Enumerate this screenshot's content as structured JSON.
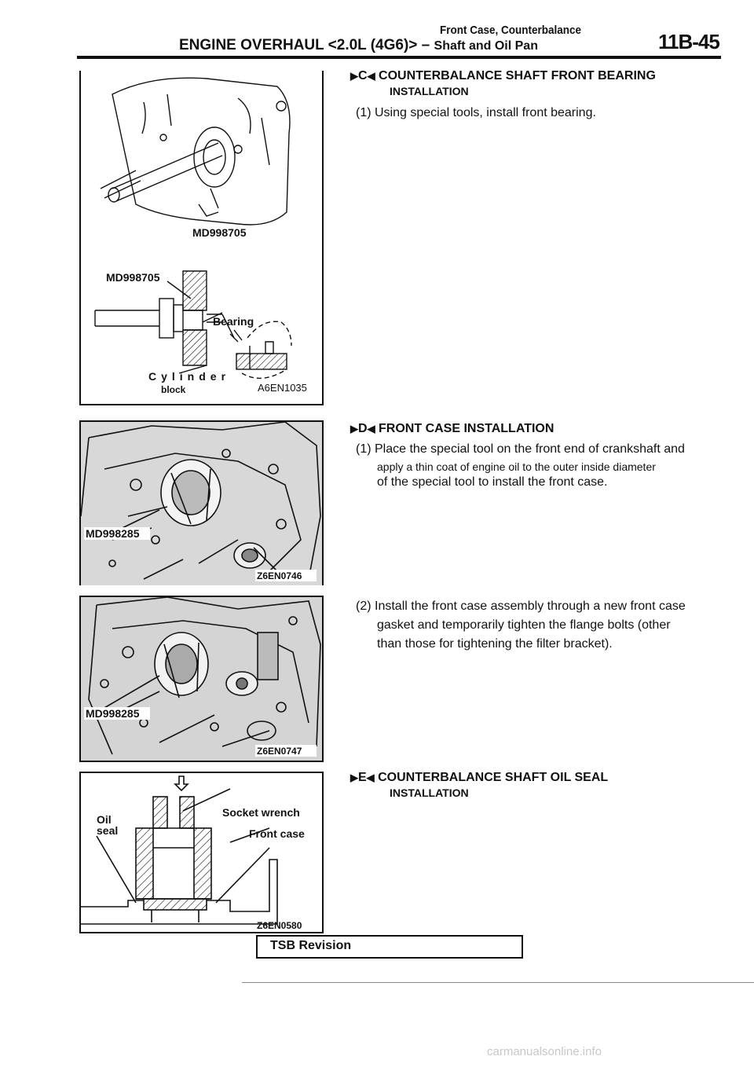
{
  "header": {
    "subtitle_line1": "Front Case, Counterbalance",
    "title": "ENGINE OVERHAUL <2.0L (4G6)> –",
    "subtitle_line2": "Shaft and Oil Pan",
    "page_number": "11B-45"
  },
  "figures": {
    "fig1": {
      "tool_top": "MD998705",
      "tool_side": "MD998705",
      "bearing": "Bearing",
      "cylinder": "Cylinder",
      "block": "block",
      "code": "A6EN1035"
    },
    "fig2": {
      "tool": "MD998285",
      "code": "Z6EN0746"
    },
    "fig3": {
      "tool": "MD998285",
      "code": "Z6EN0747"
    },
    "fig4": {
      "socket": "Socket wrench",
      "oil": "Oil",
      "seal": "seal",
      "front_case": "Front case",
      "code": "Z6EN0580"
    }
  },
  "sections": {
    "c": {
      "marker": "C",
      "title": "COUNTERBALANCE SHAFT FRONT BEARING",
      "subtitle": "INSTALLATION",
      "step1": "(1) Using special tools, install front bearing."
    },
    "d": {
      "marker": "D",
      "title": "FRONT CASE INSTALLATION",
      "step1_line1": "(1) Place the special tool on the front end of crankshaft and",
      "step1_line2": "apply a thin coat of engine oil to the outer inside diameter",
      "step1_line3": "of the special tool to install the front case.",
      "step2_line1": "(2) Install the front case assembly through a new front case",
      "step2_line2": "gasket and temporarily tighten the flange bolts (other",
      "step2_line3": "than those for tightening the filter bracket)."
    },
    "e": {
      "marker": "E",
      "title": "COUNTERBALANCE SHAFT OIL SEAL",
      "subtitle": "INSTALLATION"
    }
  },
  "footer": {
    "tsb": "TSB Revision",
    "watermark": "carmanualsonline.info"
  }
}
